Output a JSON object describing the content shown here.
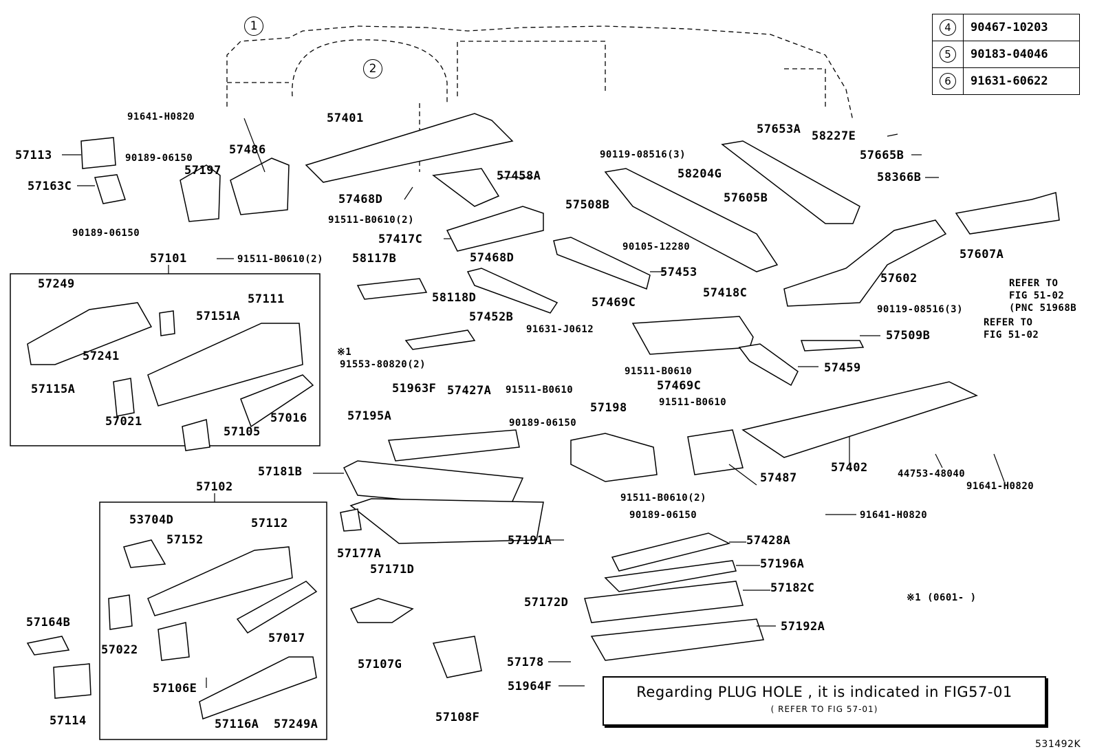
{
  "callouts": [
    {
      "key": "4",
      "part": "90467-10203"
    },
    {
      "key": "5",
      "part": "90183-04046"
    },
    {
      "key": "6",
      "part": "91631-60622"
    }
  ],
  "group_circles": [
    "1",
    "2"
  ],
  "group_labels": {
    "upper": "57101",
    "lower": "57102"
  },
  "labels": {
    "p91641_h0820_a": "91641-H0820",
    "p57401": "57401",
    "p57113": "57113",
    "p90189_06150_a": "90189-06150",
    "p57197": "57197",
    "p57486": "57486",
    "p57163c": "57163C",
    "p90189_06150_b": "90189-06150",
    "p91511_b0610_2a": "91511-B0610(2)",
    "p57458a": "57458A",
    "p57468d_a": "57468D",
    "p91511_b0610_2b": "91511-B0610(2)",
    "p57417c": "57417C",
    "p90119_08516_3a": "90119-08516(3)",
    "p57508b": "57508B",
    "p58204g": "58204G",
    "p57653a": "57653A",
    "p58227e": "58227E",
    "p57665b": "57665B",
    "p58366b": "58366B",
    "p57605b": "57605B",
    "p90105_12280": "90105-12280",
    "p57453": "57453",
    "p57468d_b": "57468D",
    "p58117b": "58117B",
    "p57469c_a": "57469C",
    "p57418c": "57418C",
    "p57602": "57602",
    "p57607a": "57607A",
    "p57249": "57249",
    "p57111": "57111",
    "p57151a": "57151A",
    "p57241": "57241",
    "p57115a": "57115A",
    "p57021": "57021",
    "p57016": "57016",
    "p57105": "57105",
    "p58118d": "58118D",
    "p57452b": "57452B",
    "p91631_j0612": "91631-J0612",
    "p91553_80820": "91553-80820(2)",
    "p91511_b0610_a": "91511-B0610",
    "p90119_08516_3b": "90119-08516(3)",
    "p57509b": "57509B",
    "p91511_b0610_b": "91511-B0610",
    "p57469c_b": "57469C",
    "p57459": "57459",
    "p91511_b0610_c": "91511-B0610",
    "p51963f": "51963F",
    "p57427a": "57427A",
    "p57195a": "57195A",
    "p57181b": "57181B",
    "p57198": "57198",
    "p90189_06150_c": "90189-06150",
    "p57402": "57402",
    "p57487": "57487",
    "p44753_48040": "44753-48040",
    "p91641_h0820_b": "91641-H0820",
    "p91641_h0820_c": "91641-H0820",
    "p91511_b0610_2c": "91511-B0610(2)",
    "p90189_06150_d": "90189-06150",
    "p57191a": "57191A",
    "p57177a": "57177A",
    "p57171d": "57171D",
    "p57428a": "57428A",
    "p57196a": "57196A",
    "p57182c": "57182C",
    "p53704d": "53704D",
    "p57152": "57152",
    "p57112": "57112",
    "p57022": "57022",
    "p57017": "57017",
    "p57106e": "57106E",
    "p57116a": "57116A",
    "p57249a": "57249A",
    "p57164b": "57164B",
    "p57114": "57114",
    "p57107g": "57107G",
    "p57108f": "57108F",
    "p57172d": "57172D",
    "p57178": "57178",
    "p51964f": "51964F",
    "p57192a": "57192A"
  },
  "refs": {
    "ref_a_line1": "REFER TO",
    "ref_a_line2": "FIG 51-02",
    "ref_a_line3": "(PNC 51968B",
    "ref_b_line1": "REFER TO",
    "ref_b_line2": "FIG 51-02"
  },
  "marks": {
    "star1_a": "※1",
    "star1_note": "※1 (0601-      )"
  },
  "note": {
    "main": "Regarding PLUG HOLE , it is indicated in FIG57-01",
    "sub": "( REFER TO FIG 57-01)"
  },
  "figure_id": "531492K"
}
